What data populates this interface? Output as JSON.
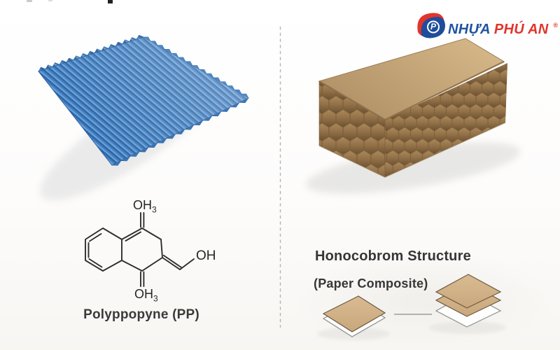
{
  "page": {
    "background": "#fdfdfc",
    "divider_style": "vertical-dashed",
    "divider_color": "#b6b4b2"
  },
  "logo": {
    "brand_first": "NHỰA",
    "brand_second": "PHÚ AN",
    "registered_mark": "®",
    "icon_letter": "P",
    "icon_name": "phu-an-monogram-icon",
    "color_navy_blue": "#2053a0",
    "color_red": "#e2342c"
  },
  "left_panel": {
    "illustration": "blue-corrugated-pp-sheet",
    "sheet_blue": "#3f7fc2",
    "chem_labels": {
      "top_main": "OH",
      "top_sub": "3",
      "bottom_main": "OH",
      "bottom_sub": "3",
      "right": "OH"
    },
    "caption": "Polyppopyne (PP)"
  },
  "right_panel": {
    "illustration": "kraft-honeycomb-panel",
    "kraft_color": "#c09e6e",
    "caption_title": "Honocobrom Structure",
    "caption_subtitle": "(Paper Composite)",
    "stack_diagram": {
      "left_stack_sheet_count": 2,
      "right_stack_sheet_count": 3,
      "sheet_tan_color": "#d5b48a",
      "sheet_white_color": "#fefefe"
    }
  }
}
